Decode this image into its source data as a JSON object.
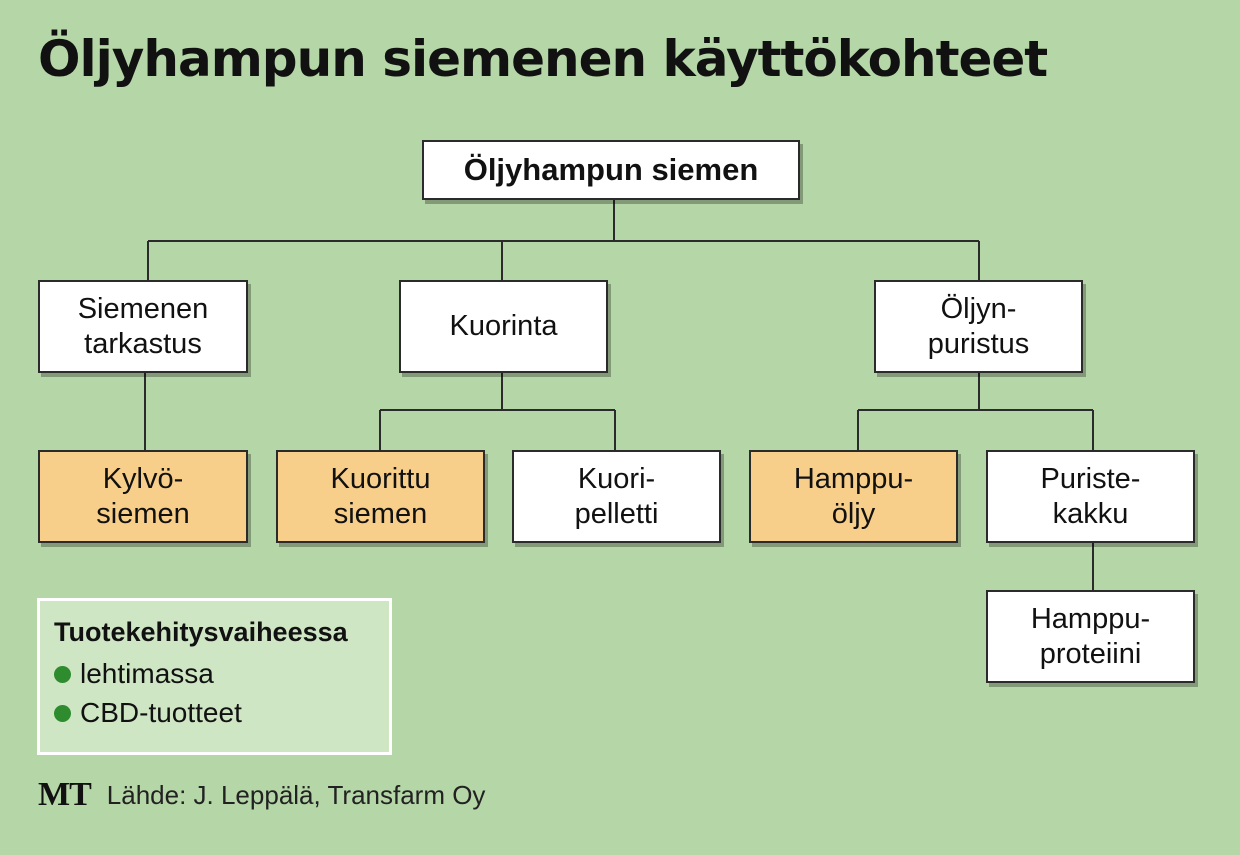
{
  "title": "Öljyhampun siemenen käyttökohteet",
  "nodes": {
    "root": "Öljyhampun siemen",
    "seed_check": "Siemenen\ntarkastus",
    "dehulling": "Kuorinta",
    "oil_pressing": "Öljyn-\npuristus",
    "sowing_seed": "Kylvö-\nsiemen",
    "hulled_seed": "Kuorittu\nsiemen",
    "hull_pellet": "Kuori-\npelletti",
    "hemp_oil": "Hamppu-\nöljy",
    "press_cake": "Puriste-\nkakku",
    "hemp_protein": "Hamppu-\nproteiini"
  },
  "colors": {
    "background": "#b5d6a7",
    "highlight": "#f8cf8a",
    "box": "#ffffff",
    "legend_dot": "#2e8b2e"
  },
  "legend": {
    "title": "Tuotekehitysvaiheessa",
    "items": [
      "lehtimassa",
      "CBD-tuotteet"
    ]
  },
  "footer": {
    "logo": "MT",
    "source": "Lähde: J. Leppälä, Transfarm Oy"
  }
}
